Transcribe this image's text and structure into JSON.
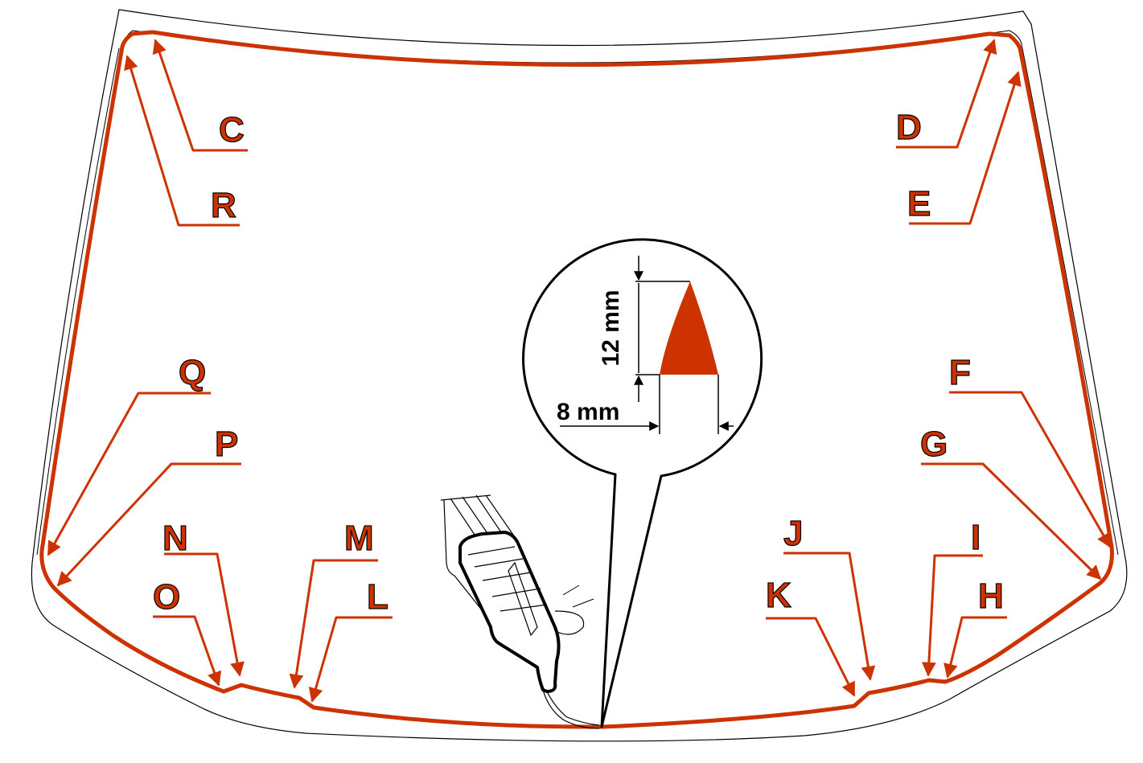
{
  "colors": {
    "bead": "#cc3300",
    "outline": "#000000",
    "background": "#ffffff"
  },
  "detail": {
    "height_label": "12 mm",
    "width_label": "8 mm"
  },
  "callouts": [
    {
      "id": "C",
      "label": "C"
    },
    {
      "id": "R",
      "label": "R"
    },
    {
      "id": "D",
      "label": "D"
    },
    {
      "id": "E",
      "label": "E"
    },
    {
      "id": "Q",
      "label": "Q"
    },
    {
      "id": "P",
      "label": "P"
    },
    {
      "id": "F",
      "label": "F"
    },
    {
      "id": "G",
      "label": "G"
    },
    {
      "id": "N",
      "label": "N"
    },
    {
      "id": "O",
      "label": "O"
    },
    {
      "id": "M",
      "label": "M"
    },
    {
      "id": "L",
      "label": "L"
    },
    {
      "id": "J",
      "label": "J"
    },
    {
      "id": "K",
      "label": "K"
    },
    {
      "id": "I",
      "label": "I"
    },
    {
      "id": "H",
      "label": "H"
    }
  ]
}
